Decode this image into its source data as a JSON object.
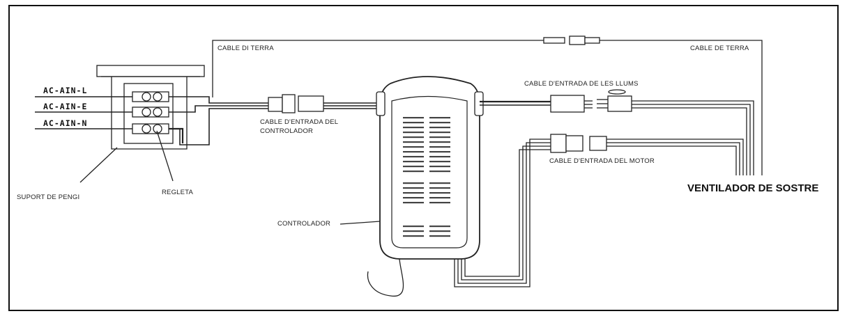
{
  "labels": {
    "ac_l": "AC-AIN-L",
    "ac_e": "AC-AIN-E",
    "ac_n": "AC-AIN-N",
    "cable_terra_left": "CABLE DI TERRA",
    "cable_terra_right": "CABLE DE TERRA",
    "cable_entrada_controlador_1": "CABLE D'ENTRADA DEL",
    "cable_entrada_controlador_2": "CONTROLADOR",
    "cable_entrada_llums": "CABLE D'ENTRADA DE LES LLUMS",
    "cable_entrada_motor": "CABLE D'ENTRADA DEL MOTOR",
    "suport": "SUPORT DE PENGI",
    "regleta": "REGLETA",
    "controlador": "CONTROLADOR",
    "ventilador": "VENTILADOR DE SOSTRE"
  }
}
